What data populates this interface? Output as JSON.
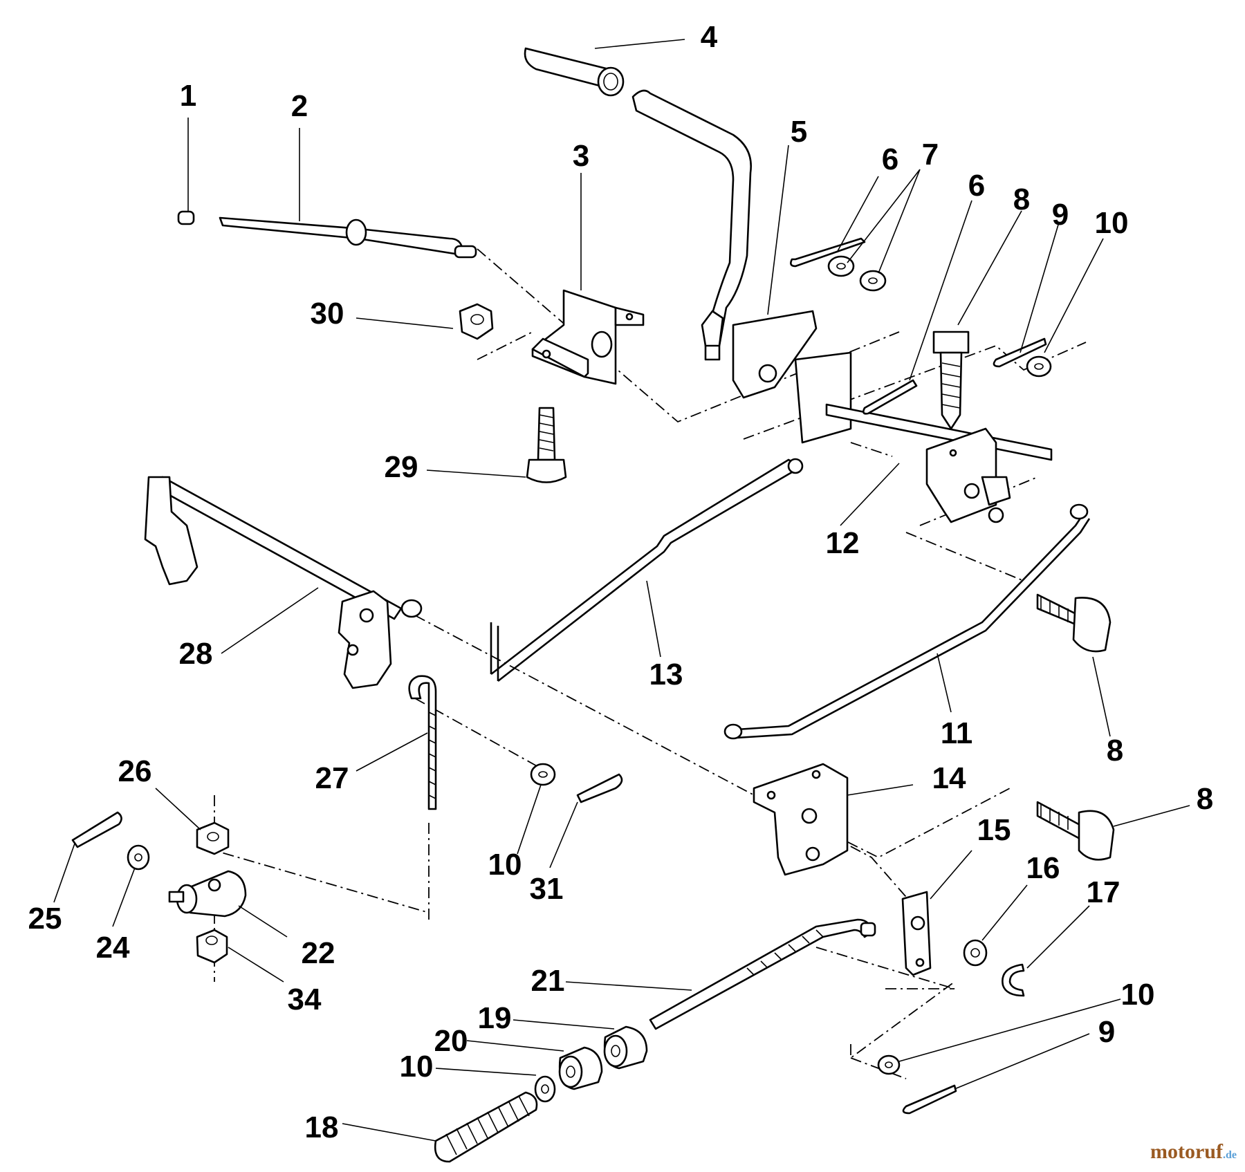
{
  "callouts": [
    {
      "num": "1"
    },
    {
      "num": "2"
    },
    {
      "num": "3"
    },
    {
      "num": "4"
    },
    {
      "num": "5"
    },
    {
      "num": "6"
    },
    {
      "num": "7"
    },
    {
      "num": "6"
    },
    {
      "num": "8"
    },
    {
      "num": "9"
    },
    {
      "num": "10"
    },
    {
      "num": "30"
    },
    {
      "num": "29"
    },
    {
      "num": "12"
    },
    {
      "num": "28"
    },
    {
      "num": "13"
    },
    {
      "num": "11"
    },
    {
      "num": "8"
    },
    {
      "num": "27"
    },
    {
      "num": "26"
    },
    {
      "num": "14"
    },
    {
      "num": "8"
    },
    {
      "num": "10"
    },
    {
      "num": "31"
    },
    {
      "num": "15"
    },
    {
      "num": "16"
    },
    {
      "num": "17"
    },
    {
      "num": "25"
    },
    {
      "num": "24"
    },
    {
      "num": "22"
    },
    {
      "num": "34"
    },
    {
      "num": "21"
    },
    {
      "num": "19"
    },
    {
      "num": "20"
    },
    {
      "num": "10"
    },
    {
      "num": "10"
    },
    {
      "num": "9"
    },
    {
      "num": "18"
    }
  ],
  "watermark": {
    "brand": "motoruf",
    "suffix": ".de"
  }
}
